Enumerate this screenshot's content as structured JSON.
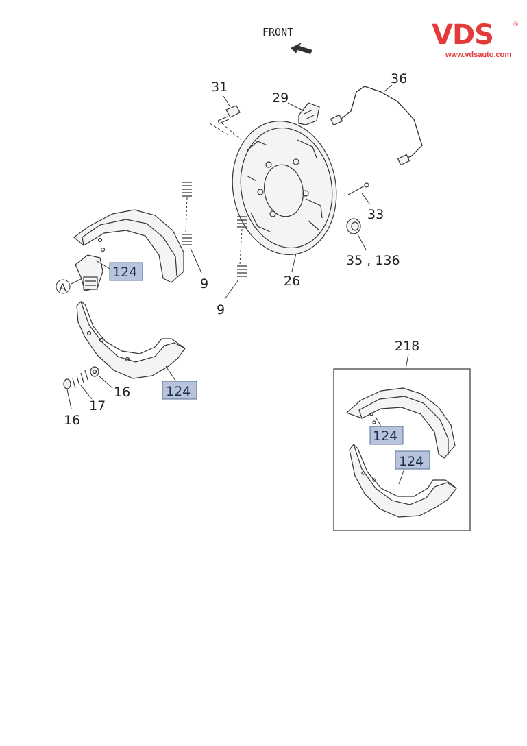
{
  "logo": {
    "brand": "VDS",
    "registered": "®",
    "url": "www.vdsauto.com"
  },
  "direction": {
    "label": "FRONT"
  },
  "callouts": {
    "c31": "31",
    "c29": "29",
    "c36": "36",
    "c33": "33",
    "c35_136": "35 , 136",
    "c26": "26",
    "c9a": "9",
    "c9b": "9",
    "c124_upper": "124",
    "c124_lower": "124",
    "cA": "A",
    "c16a": "16",
    "c17": "17",
    "c16b": "16",
    "c218": "218",
    "c124_kit_upper": "124",
    "c124_kit_lower": "124"
  },
  "colors": {
    "highlight_fill": "#b8c4dc",
    "brand_red": "#e33a3a",
    "line": "#333333"
  }
}
